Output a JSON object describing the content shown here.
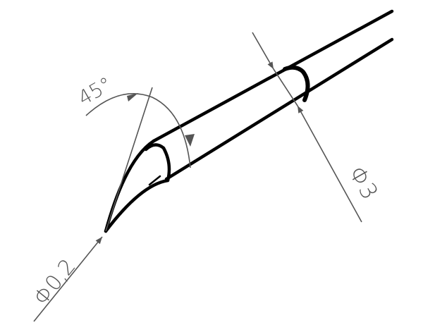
{
  "drawing": {
    "subject": "soldering tip, bent/beveled",
    "angle_label": "45°",
    "tip_diameter_label": "Φ0,2",
    "shaft_diameter_label": "Φ3"
  },
  "colors": {
    "outline": "#000000",
    "dimension": "#555555",
    "background": "#ffffff"
  }
}
